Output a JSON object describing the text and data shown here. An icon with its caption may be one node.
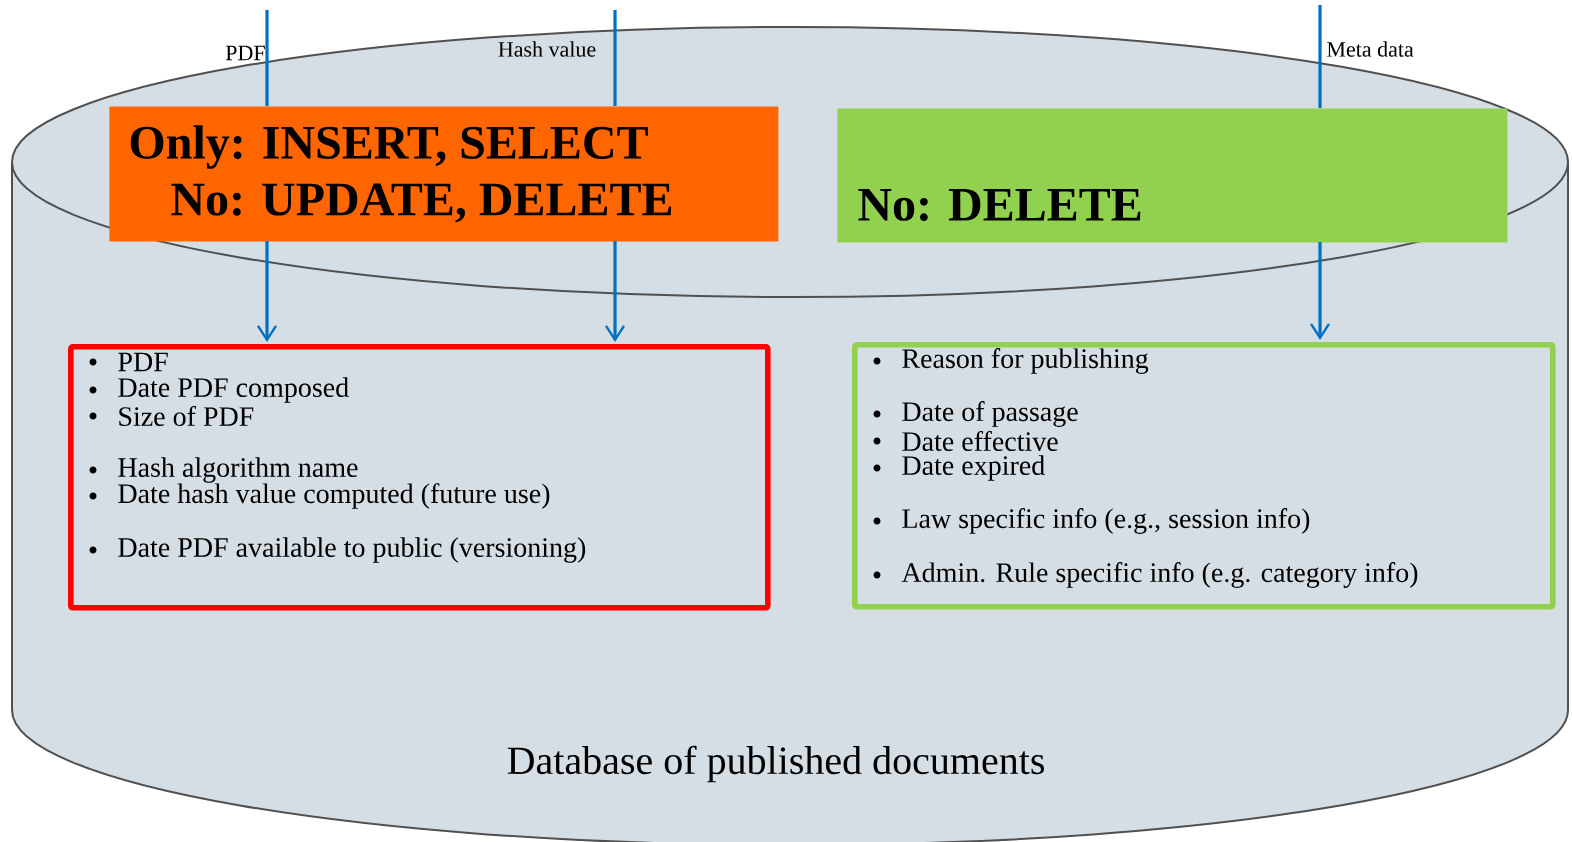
{
  "diagram": {
    "nodes": [
      {
        "text": [
          "Database of published documents"
        ]
      },
      {
        "text": [
          "Only:  INSERT, SELECT",
          "No:  UPDATE, DELETE"
        ],
        "in": 0
      },
      {
        "text": [
          "No: DELETE"
        ],
        "in": 0
      },
      {
        "text": [
          "PDF",
          "Date PDF composed",
          "Size of PDF",
          "Hash algorithm name",
          "Date hash value computed (future use)",
          "Date PDF available to public (versioning)"
        ],
        "in": 0
      },
      {
        "text": [
          "Reason for publishing",
          "Date of passage",
          "Date effective",
          "Date expired",
          "Law specific info (e.g., session info)",
          "Admin. Rule specific info (e.g. category info)"
        ],
        "in": 0
      }
    ],
    "edges": [
      {
        "from": null,
        "to": 3,
        "arrow": "to",
        "label": "PDF"
      },
      {
        "from": null,
        "to": 3,
        "arrow": "to",
        "label": "Hash value"
      },
      {
        "from": null,
        "to": 4,
        "arrow": "to",
        "label": "Meta data"
      }
    ]
  }
}
